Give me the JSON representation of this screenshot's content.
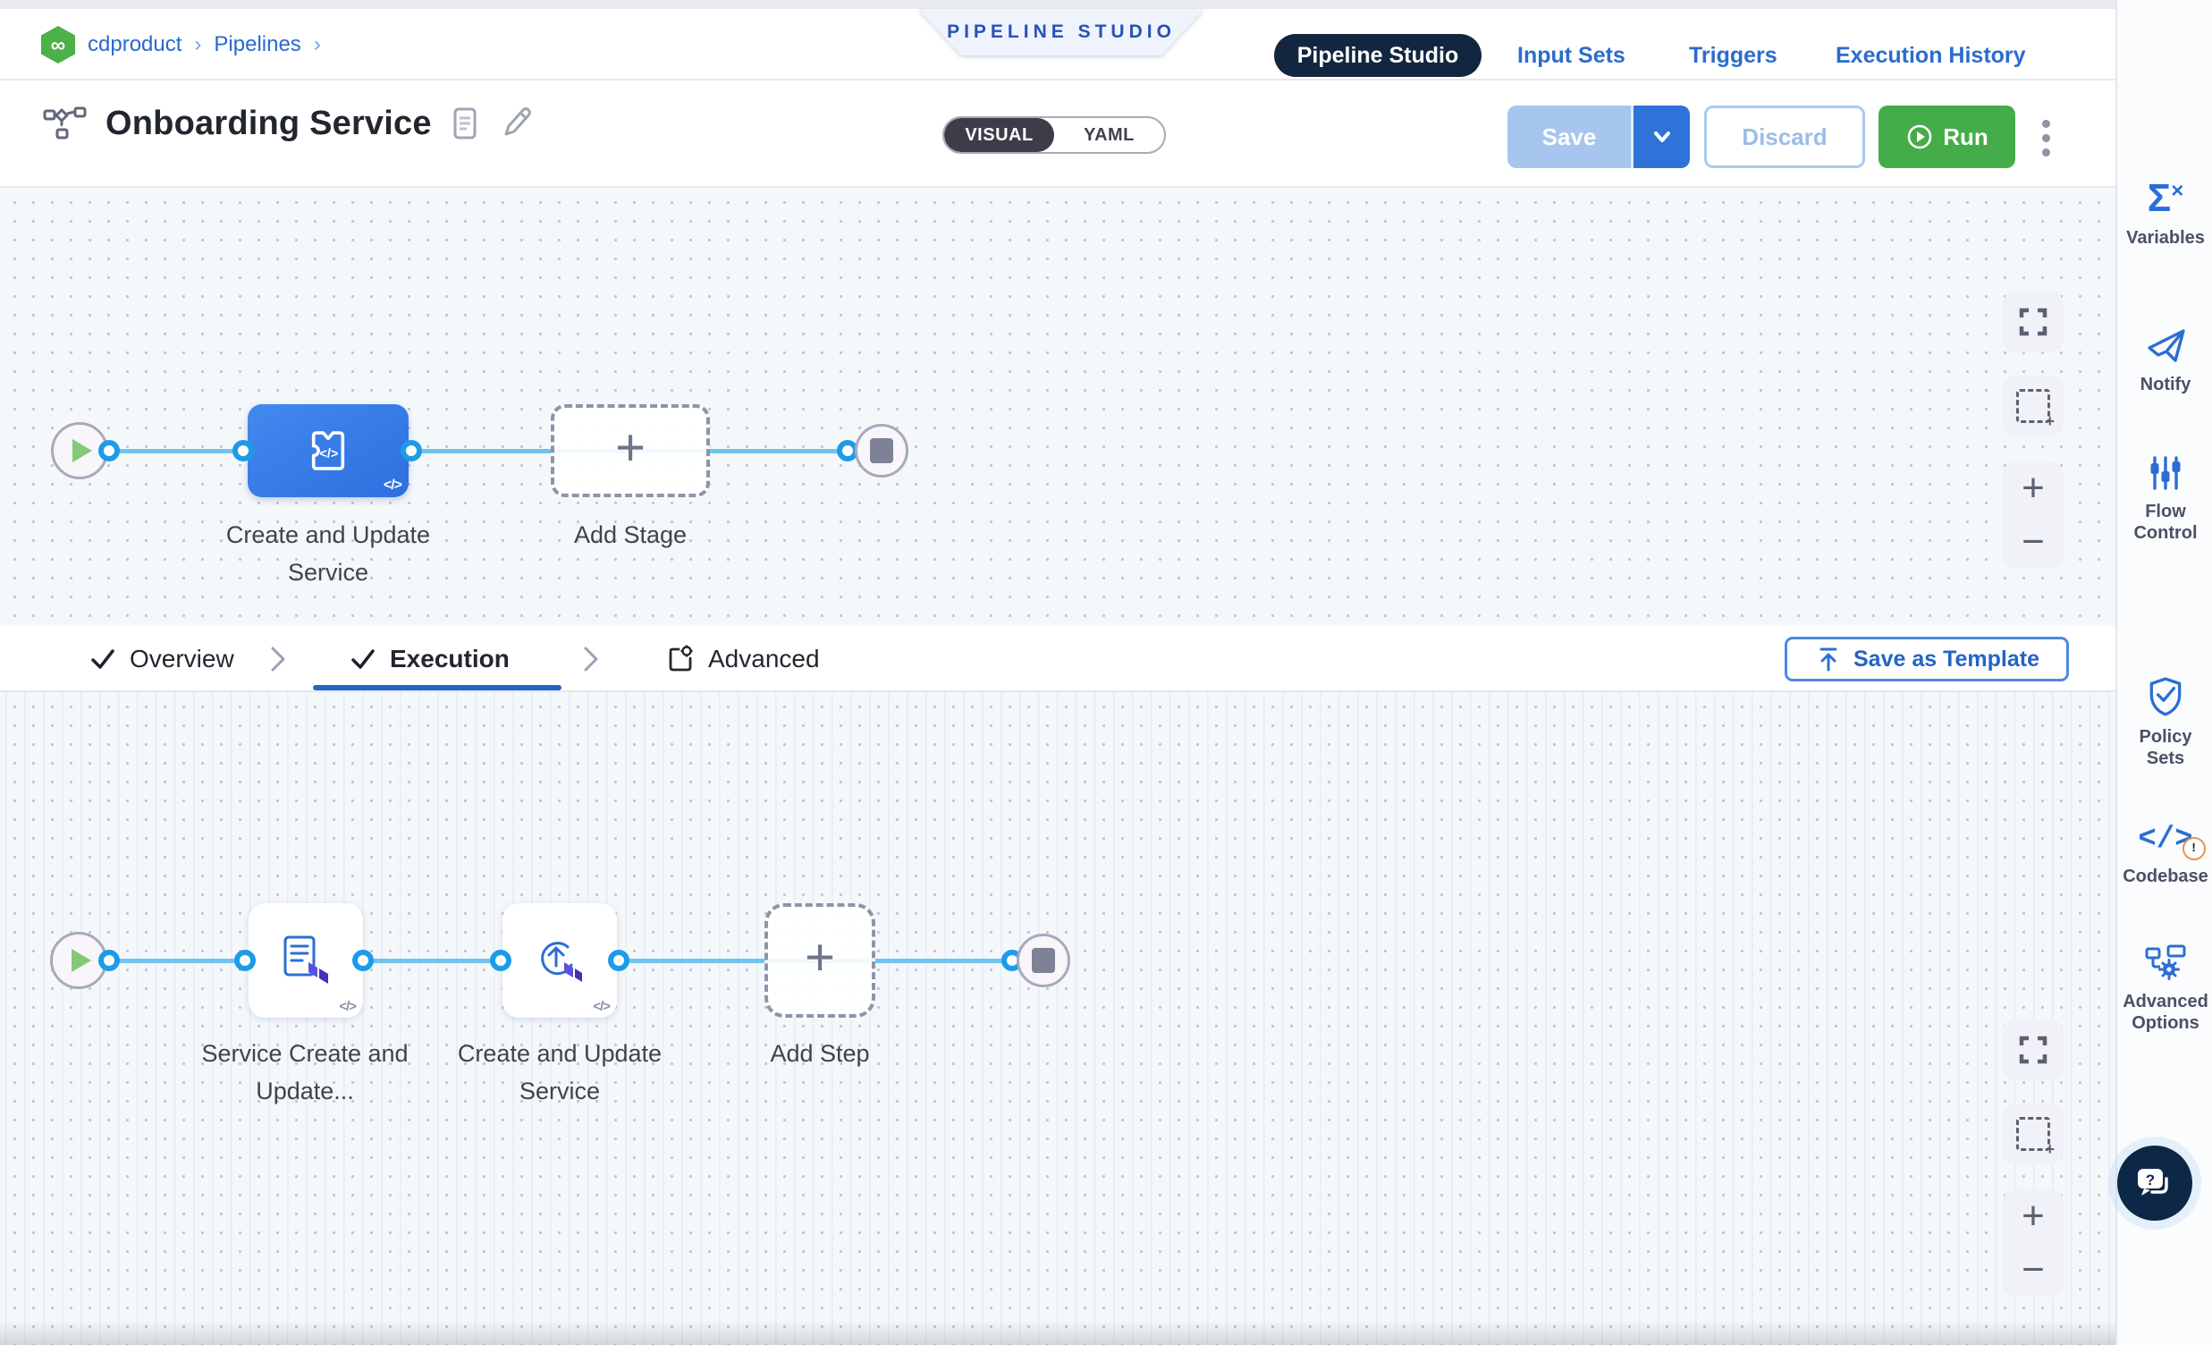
{
  "breadcrumb": {
    "project": "cdproduct",
    "section": "Pipelines",
    "sep": "›"
  },
  "ribbon": {
    "label": "PIPELINE STUDIO"
  },
  "top_nav": {
    "items": [
      {
        "label": "Pipeline Studio",
        "active": true
      },
      {
        "label": "Input Sets",
        "active": false
      },
      {
        "label": "Triggers",
        "active": false
      },
      {
        "label": "Execution History",
        "active": false
      }
    ]
  },
  "title_bar": {
    "title": "Onboarding Service",
    "toggle": {
      "visual": "VISUAL",
      "yaml": "YAML",
      "selected": "VISUAL"
    },
    "save_label": "Save",
    "discard_label": "Discard",
    "run_label": "Run"
  },
  "pipeline_canvas": {
    "stage_name": "Create and Update Service",
    "add_stage_label": "Add Stage"
  },
  "tabs": {
    "items": [
      {
        "label": "Overview",
        "checked": true,
        "active": false
      },
      {
        "label": "Execution",
        "checked": true,
        "active": true
      },
      {
        "label": "Advanced",
        "checked": false,
        "active": false
      }
    ],
    "save_as_template": "Save as Template"
  },
  "execution_canvas": {
    "steps": [
      {
        "name": "Service Create and Update..."
      },
      {
        "name": "Create and Update Service"
      }
    ],
    "add_step_label": "Add Step"
  },
  "sidebar": {
    "items": [
      {
        "label": "Variables"
      },
      {
        "label": "Notify"
      },
      {
        "label": "Flow Control"
      },
      {
        "label": "Policy Sets"
      },
      {
        "label": "Codebase"
      },
      {
        "label": "Advanced Options"
      }
    ]
  },
  "icons": {
    "code_badge": "</>",
    "plus": "+",
    "zoom_in": "+",
    "zoom_out": "−",
    "sigma": "Σ",
    "sigma_x": "×",
    "code": "</>",
    "infinity": "∞",
    "warn": "!",
    "question": "?"
  },
  "colors": {
    "primary_blue": "#2b6ccf",
    "navy": "#13263f",
    "run_green": "#45ac4a",
    "node_blue": "#3a7fe8",
    "edge_blue": "#6fc4f1",
    "underline_blue": "#2264c8",
    "canvas_bg": "#f4f8fb",
    "terraform_purple": "#5a4fe0",
    "warn_orange": "#e8954a"
  }
}
